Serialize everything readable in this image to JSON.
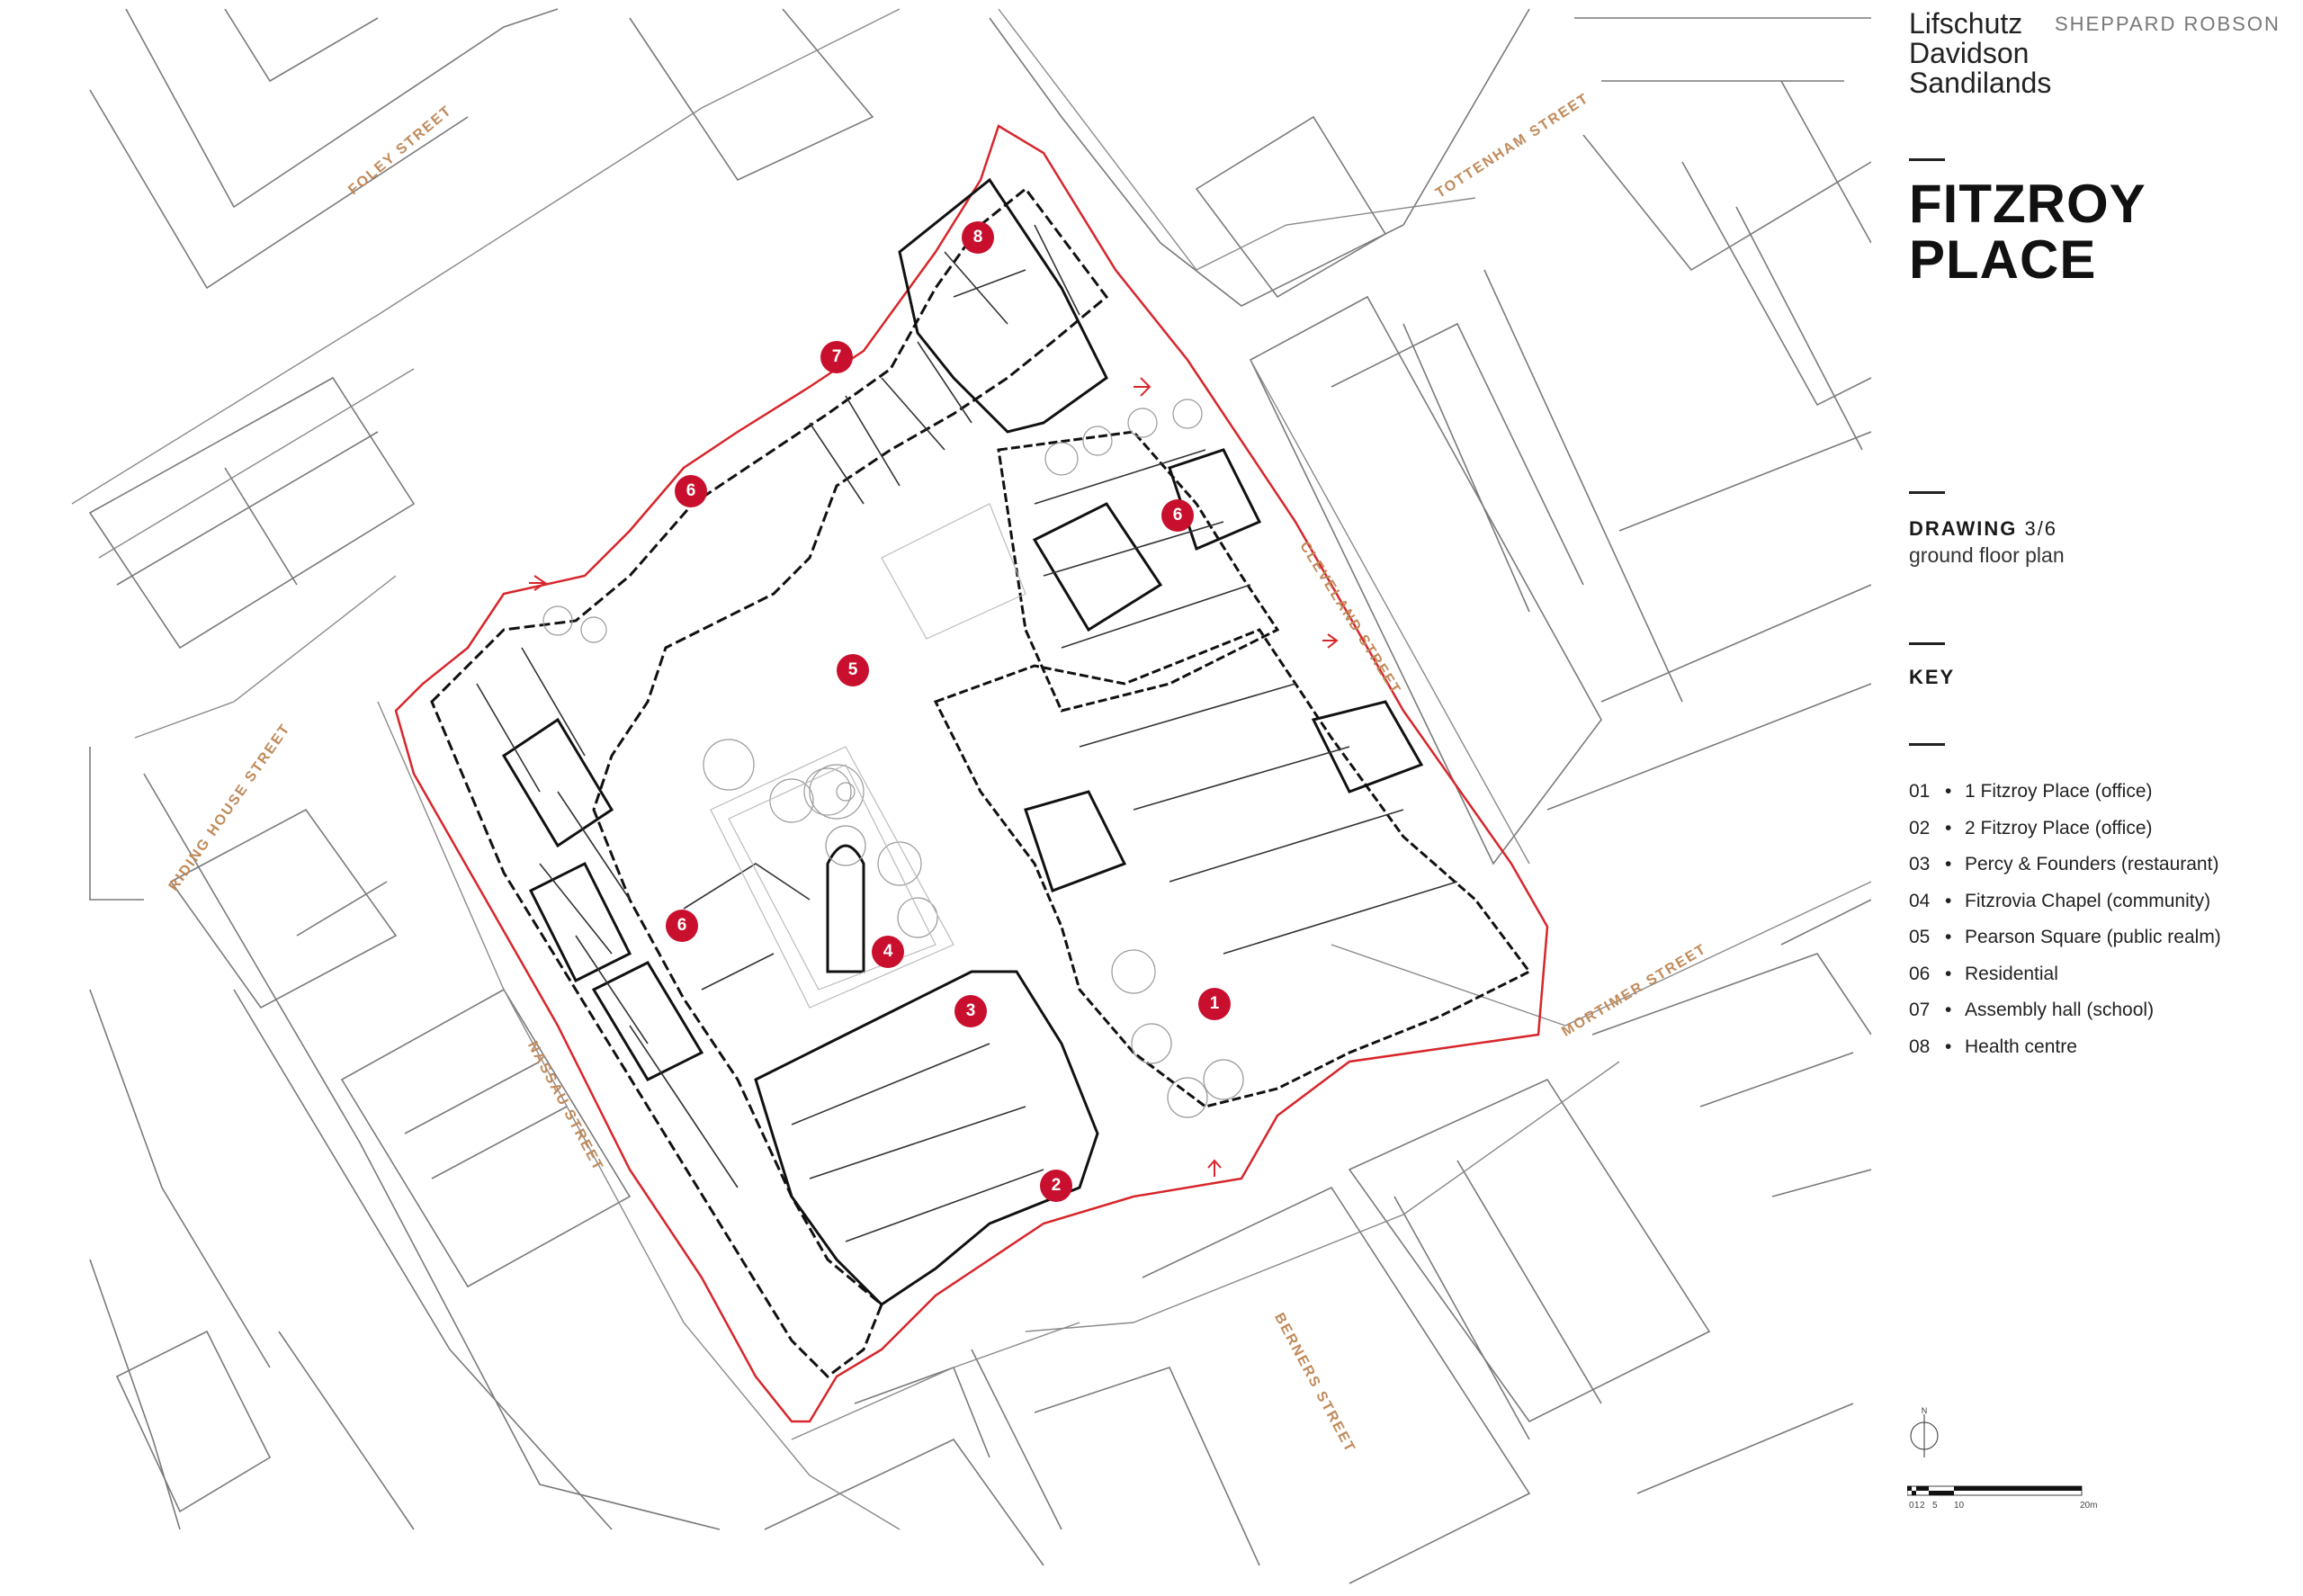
{
  "logos": {
    "practice_1": [
      "Lifschutz",
      "Davidson",
      "Sandilands"
    ],
    "practice_2": "SHEPPARD ROBSON"
  },
  "project": {
    "title_line1": "FITZROY",
    "title_line2": "PLACE"
  },
  "drawing": {
    "label": "DRAWING",
    "number": "3/6",
    "description": "ground floor plan"
  },
  "key": {
    "heading": "KEY",
    "items": [
      {
        "num": "01",
        "label": "1 Fitzroy Place (office)"
      },
      {
        "num": "02",
        "label": "2 Fitzroy Place (office)"
      },
      {
        "num": "03",
        "label": "Percy & Founders (restaurant)"
      },
      {
        "num": "04",
        "label": "Fitzrovia Chapel (community)"
      },
      {
        "num": "05",
        "label": "Pearson Square (public realm)"
      },
      {
        "num": "06",
        "label": "Residential"
      },
      {
        "num": "07",
        "label": "Assembly hall (school)"
      },
      {
        "num": "08",
        "label": "Health centre"
      }
    ]
  },
  "streets": {
    "foley": "FOLEY STREET",
    "tottenham": "TOTTENHAM STREET",
    "cleveland": "CLEVELAND STREET",
    "riding_house": "RIDING HOUSE STREET",
    "nassau": "NASSAU STREET",
    "mortimer": "MORTIMER STREET",
    "berners": "BERNERS STREET"
  },
  "markers": [
    "1",
    "2",
    "3",
    "4",
    "5",
    "6",
    "6",
    "6",
    "7",
    "8"
  ],
  "north_label": "N",
  "scale_labels": [
    "0",
    "1",
    "2",
    "5",
    "10",
    "20m"
  ],
  "colors": {
    "site_boundary": "#d7262b",
    "marker": "#c8102e",
    "street_label": "#c08a5a",
    "linework": "#6e6e6e"
  }
}
